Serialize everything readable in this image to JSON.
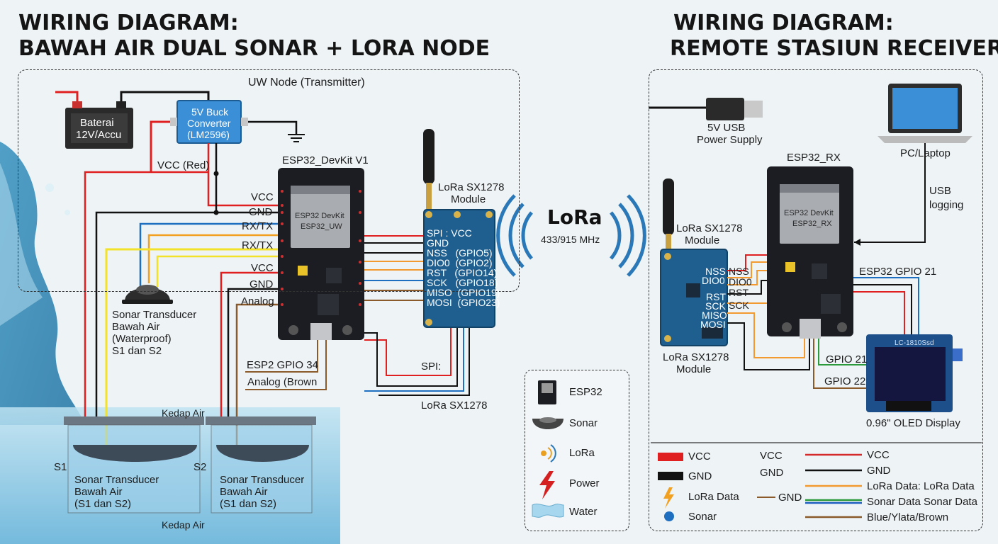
{
  "titles": {
    "left_line1": "WIRING DIAGRAM:",
    "left_line2": "BAWAH AIR DUAL SONAR + LORA NODE",
    "right_line1": "WIRING DIAGRAM:",
    "right_line2": "REMOTE STASIUN RECEIVER"
  },
  "left": {
    "frame_label": "UW Node (Transmitter)",
    "battery": {
      "line1": "Baterai",
      "line2": "12V/Accu"
    },
    "buck": {
      "line1": "5V Buck",
      "line2": "Converter",
      "line3": "(LM2596)"
    },
    "vcc_red": "VCC (Red)",
    "esp32_title": "ESP32_DevKit V1",
    "esp32_chip": {
      "line1": "ESP32 DevKit",
      "line2": "ESP32_UW"
    },
    "esp32_pins": [
      "VCC",
      "GND",
      "RX/TX",
      "RX/TX",
      "VCC",
      "GND",
      "Analog"
    ],
    "lora_title": {
      "line1": "LoRa SX1278",
      "line2": "Module"
    },
    "lora_pins": [
      "SPI : VCC",
      "GND",
      "NSS   (GPIO5)",
      "DIO0  (GPIO2)",
      "RST   (GPIO14)",
      "SCK   (GPIO18)",
      "MISO  (GPIO19)",
      "MOSI  (GPIO23)"
    ],
    "sonar": {
      "line1": "Sonar Transducer",
      "line2": "Bawah Air",
      "line3": "(Waterproof)",
      "line4": "S1 dan S2"
    },
    "gpio34": "ESP2 GPIO 34",
    "analog_brown": "Analog (Brown",
    "spi": "SPI:",
    "lora_sx": "LoRa SX1278",
    "kedap_top": "Kedap Air",
    "kedap_bottom": "Kedap Air",
    "s1": "S1",
    "s2": "S2",
    "tank1": {
      "line1": "Sonar Transducer",
      "line2": "Bawah Air",
      "line3": "(S1 dan S2)"
    },
    "tank2": {
      "line1": "Sonar Transducer",
      "line2": "Bawah Air",
      "line3": "(S1 dan S2)"
    }
  },
  "lora_signal": {
    "name": "LoRa",
    "freq": "433/915 MHz"
  },
  "legend_left": {
    "items": [
      {
        "icon": "esp32-icon",
        "label": "ESP32"
      },
      {
        "icon": "sonar-icon",
        "label": "Sonar"
      },
      {
        "icon": "lora-icon",
        "label": "LoRa"
      },
      {
        "icon": "power-icon",
        "label": "Power"
      },
      {
        "icon": "water-icon",
        "label": "Water"
      }
    ]
  },
  "right": {
    "usb": {
      "line1": "5V USB",
      "line2": "Power Supply"
    },
    "pc": "PC/Laptop",
    "usb_log": {
      "line1": "USB",
      "line2": "logging"
    },
    "esp32_rx_title": "ESP32_RX",
    "esp32_chip": {
      "line1": "ESP32 DevKit",
      "line2": "ESP32_RX"
    },
    "lora_top": {
      "line1": "LoRa SX1278",
      "line2": "Module"
    },
    "lora_bottom": {
      "line1": "LoRa SX1278",
      "line2": "Module"
    },
    "lora_pins": [
      "NSS",
      "DIO0",
      "RST",
      "SCK",
      "MISO",
      "MOSI"
    ],
    "esp_pins": [
      "NSS",
      "DIO0",
      "RST",
      "SCK"
    ],
    "gpio21_top": "ESP32 GPIO 21",
    "gpio21": "GPIO 21",
    "gpio22": "GPIO 22",
    "oled_label": "0.96\" OLED Display",
    "oled_chip": "LC-1810Ssd"
  },
  "legend_right": {
    "col1": [
      {
        "color": "#e02020",
        "label": "VCC"
      },
      {
        "color": "#111111",
        "label": "GND"
      },
      {
        "color": "#f2a020",
        "label": "LoRa Data"
      },
      {
        "color": "#1f6fc0",
        "label": "Sonar"
      }
    ],
    "col2": [
      {
        "label": "VCC"
      },
      {
        "label": "GND"
      },
      {
        "color": "#8a5a2b",
        "label": "GND"
      }
    ],
    "col3": [
      {
        "color": "#d42a2a",
        "label": "VCC"
      },
      {
        "color": "#111111",
        "label": "GND"
      },
      {
        "color": "#f29a30",
        "label": "LoRa Data: LoRa Data"
      },
      {
        "color": "#2a9a3a",
        "color2": "#1f5fc0",
        "label": "Sonar Data Sonar Data"
      },
      {
        "color": "#8a5a2b",
        "label": "Blue/Ylata/Brown"
      }
    ]
  },
  "colors": {
    "vcc": "#e02020",
    "gnd": "#111111",
    "blue": "#1f6fc0",
    "yellow": "#f2e22a",
    "orange": "#f29a30",
    "brown": "#8a5a2b",
    "green": "#2a9a3a",
    "board_dark": "#1b1d22",
    "lora_board": "#1f5f8f",
    "water": "#9fd0ea"
  }
}
